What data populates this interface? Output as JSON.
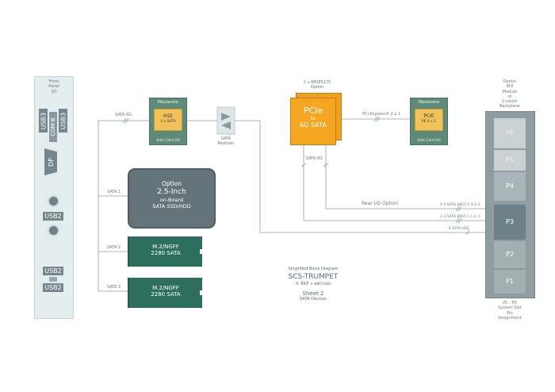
{
  "front_panel": {
    "title": "Front\nPanel\nI/O",
    "usb3_a": "USB3",
    "com_b": "COM-B",
    "usb3_b": "USB3",
    "dp": "DP",
    "usb2_a": "USB2",
    "usb2_b": "USB2",
    "usb2_c": "USB2"
  },
  "hse_mezz": {
    "top": "Mezzanine",
    "chip": "HSE",
    "chip_sub": "2 x SATA",
    "bottom": "Side Card I/O"
  },
  "pcie_mezz": {
    "top": "Mezzanine",
    "chip": "PCIE",
    "chip_sub": "PE 4 x 1",
    "bottom": "Side Card I/O"
  },
  "pcie_chip": {
    "line1": "PCIe",
    "line2": "to",
    "line3": "6G SATA"
  },
  "pcie_note": "2 x 88SE9170\nOption",
  "pci_express": "PCI Express® 2 x 1",
  "sata_redriver": "SATA\nRedriver",
  "sata_6g_left": "SATA 6G",
  "sata_6g_mid": "SATA 6G",
  "option_block": {
    "line1": "Option",
    "line2": "2.5-Inch",
    "line3": "on-Board",
    "line4": "SATA SSD/HDD"
  },
  "sata1": "SATA 1",
  "sata2": "SATA 2",
  "sata3": "SATA 3",
  "m2_a": {
    "line1": "M.2/NGFF",
    "line2": "2280 SATA"
  },
  "m2_b": {
    "line1": "M.2/NGFF",
    "line2": "2280 SATA"
  },
  "rear_io": "Rear I/O Option",
  "route_1": "4-5 SATA  8855 2-1-2 2",
  "route_2": "2-3 SATA  8855 1 1-1 2",
  "route_3": "6 SATA  HSE",
  "backplane_note": "Option\nRIO\nModule\nor\nCustom\nBackplane",
  "slots": [
    "P6",
    "P5",
    "P4",
    "P3",
    "P2",
    "P1"
  ],
  "slot_note": "P1 - P3\nSystem Slot\nPin\nAssignment",
  "caption": {
    "sub": "Simplified Block Diagram",
    "title": "SCS-TRUMPET",
    "brand": "©  EKF  •  ekf.com",
    "sheet": "Sheet 2",
    "sheet_sub": "SATA Devices"
  },
  "colors": {
    "mezzanine": "#5f8a78",
    "chip": "#f1c25a",
    "pcie": "#f4a623",
    "m2": "#2e6e5f",
    "option": "#65747a",
    "backplane": "#8f9da1",
    "p3": "#6d8288"
  }
}
